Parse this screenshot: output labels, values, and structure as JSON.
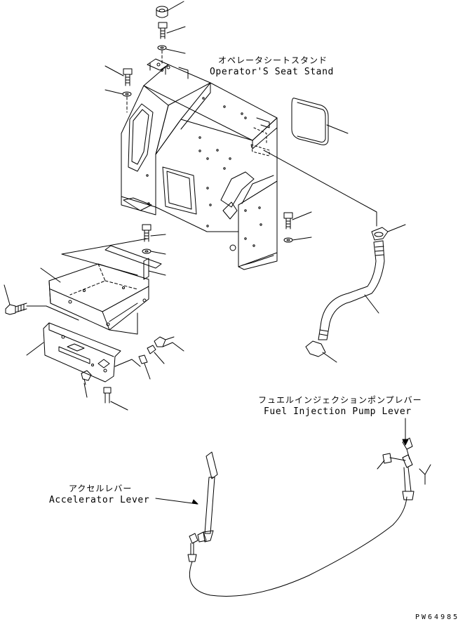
{
  "labels": {
    "operator_seat_stand_jp": "オペレータシートスタンド",
    "operator_seat_stand_en": "Operator'S Seat Stand",
    "fuel_injection_pump_lever_jp": "フュエルインジェクションポンプレバー",
    "fuel_injection_pump_lever_en": "Fuel Injection Pump Lever",
    "accelerator_lever_jp": "アクセルレバー",
    "accelerator_lever_en": "Accelerator Lever",
    "drawing_code": "PW64985"
  },
  "colors": {
    "line": "#000000",
    "background": "#ffffff"
  }
}
